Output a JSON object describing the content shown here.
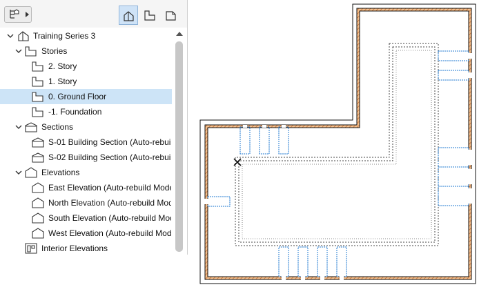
{
  "navigator": {
    "toolbar": {
      "map_menu_icon": "project-map-icon",
      "view_buttons": [
        {
          "icon": "project-map-view-icon",
          "active": true
        },
        {
          "icon": "view-map-icon",
          "active": false
        },
        {
          "icon": "layout-book-icon",
          "active": false
        }
      ]
    },
    "tree": {
      "project": "Training Series 3",
      "stories_label": "Stories",
      "stories": [
        "2. Story",
        "1. Story",
        "0. Ground Floor",
        "-1. Foundation"
      ],
      "selected_story": "0. Ground Floor",
      "sections_label": "Sections",
      "sections": [
        "S-01 Building Section (Auto-rebuild",
        "S-02 Building Section (Auto-rebuild"
      ],
      "elevations_label": "Elevations",
      "elevations": [
        "East Elevation (Auto-rebuild Model",
        "North Elevation (Auto-rebuild Mod",
        "South Elevation (Auto-rebuild Mod",
        "West Elevation (Auto-rebuild Mode"
      ],
      "interior_elevations_label": "Interior Elevations"
    }
  },
  "colors": {
    "selection": "#cde4f7",
    "wall_fill": "#e39a55",
    "window": "#1f78d1",
    "line": "#111111"
  }
}
